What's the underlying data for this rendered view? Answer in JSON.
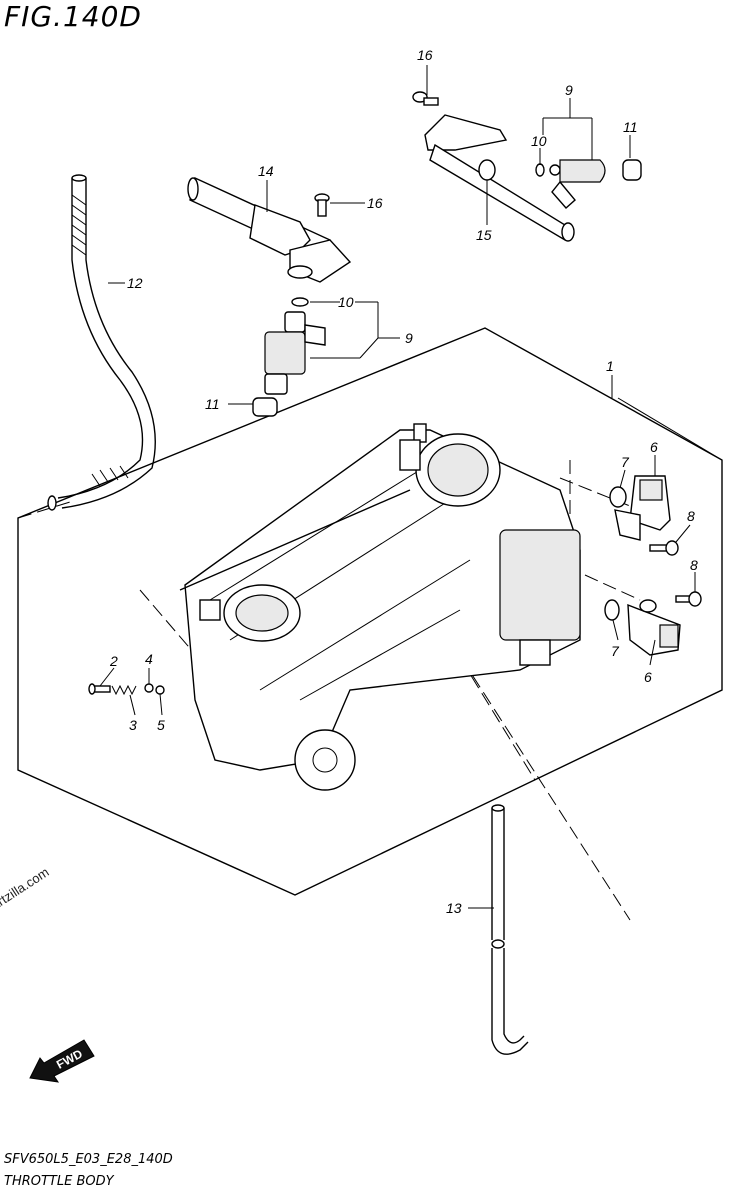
{
  "figure": {
    "title": "FIG.140D",
    "model_code": "SFV650L5_E03_E28_140D",
    "diagram_name": "THROTTLE BODY",
    "watermark": "© Partzilla.com",
    "fwd_label": "FWD"
  },
  "callouts": [
    {
      "id": "c1",
      "label": "1"
    },
    {
      "id": "c2",
      "label": "2"
    },
    {
      "id": "c3",
      "label": "3"
    },
    {
      "id": "c4",
      "label": "4"
    },
    {
      "id": "c5",
      "label": "5"
    },
    {
      "id": "c6a",
      "label": "6"
    },
    {
      "id": "c6b",
      "label": "6"
    },
    {
      "id": "c7a",
      "label": "7"
    },
    {
      "id": "c7b",
      "label": "7"
    },
    {
      "id": "c8a",
      "label": "8"
    },
    {
      "id": "c8b",
      "label": "8"
    },
    {
      "id": "c9a",
      "label": "9"
    },
    {
      "id": "c9b",
      "label": "9"
    },
    {
      "id": "c10a",
      "label": "10"
    },
    {
      "id": "c10b",
      "label": "10"
    },
    {
      "id": "c11a",
      "label": "11"
    },
    {
      "id": "c11b",
      "label": "11"
    },
    {
      "id": "c12",
      "label": "12"
    },
    {
      "id": "c13",
      "label": "13"
    },
    {
      "id": "c14",
      "label": "14"
    },
    {
      "id": "c15",
      "label": "15"
    },
    {
      "id": "c16a",
      "label": "16"
    },
    {
      "id": "c16b",
      "label": "16"
    }
  ]
}
